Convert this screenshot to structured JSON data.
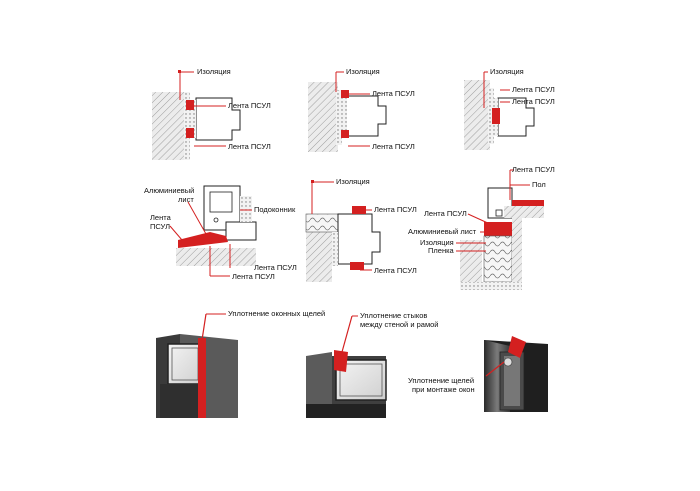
{
  "labels": {
    "insulation": "Изоляция",
    "psul_tape": "Лента ПСУЛ",
    "aluminum_sheet_line1": "Алюминиевый",
    "aluminum_sheet_line2": "лист",
    "psul_tape_line1": "Лента",
    "psul_tape_line2": "ПСУЛ",
    "windowsill": "Подоконник",
    "floor": "Пол",
    "aluminum_sheet": "Алюминиевый лист",
    "film": "Пленка",
    "seal_window_gaps": "Уплотнение оконных щелей",
    "seal_joints_line1": "Уплотнение стыков",
    "seal_joints_line2": "между стеной и рамой",
    "seal_install_line1": "Уплотнение щелей",
    "seal_install_line2": "при монтаже окон"
  },
  "colors": {
    "accent_red": "#d42020",
    "wall_gray": "#e6e6e6",
    "hatch": "#777777",
    "line": "#222222",
    "frame_dark": "#3a3a3a"
  }
}
